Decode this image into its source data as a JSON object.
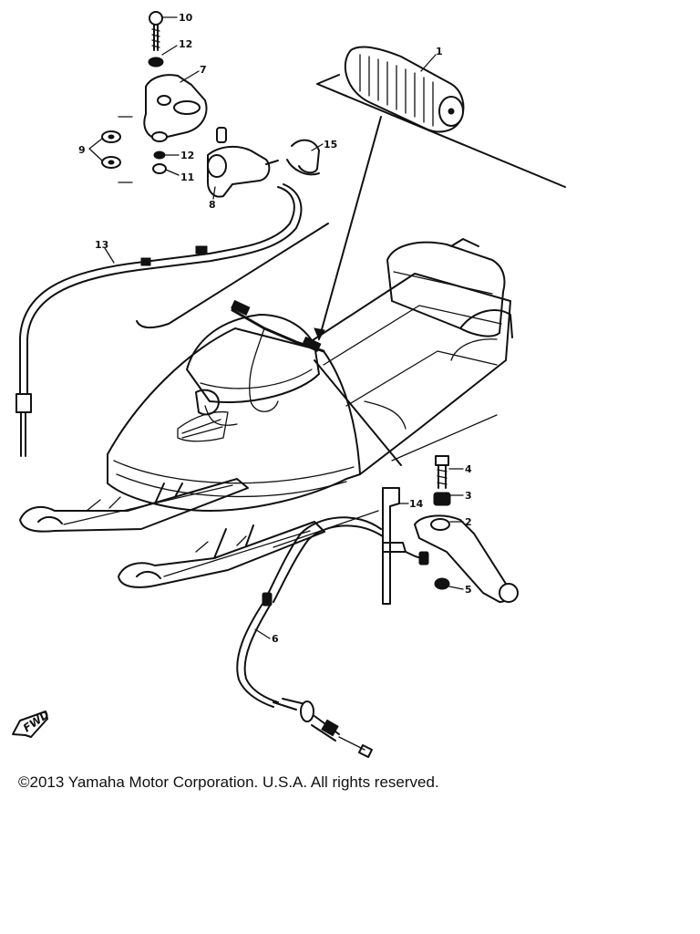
{
  "diagram": {
    "parts": [
      {
        "id": "1",
        "label": "1"
      },
      {
        "id": "2",
        "label": "2"
      },
      {
        "id": "3",
        "label": "3"
      },
      {
        "id": "4",
        "label": "4"
      },
      {
        "id": "5",
        "label": "5"
      },
      {
        "id": "6",
        "label": "6"
      },
      {
        "id": "7",
        "label": "7"
      },
      {
        "id": "8",
        "label": "8"
      },
      {
        "id": "9",
        "label": "9"
      },
      {
        "id": "10",
        "label": "10"
      },
      {
        "id": "11",
        "label": "11"
      },
      {
        "id": "12a",
        "label": "12"
      },
      {
        "id": "12b",
        "label": "12"
      },
      {
        "id": "13",
        "label": "13"
      },
      {
        "id": "14",
        "label": "14"
      },
      {
        "id": "15",
        "label": "15"
      }
    ],
    "direction_marker": "FWD"
  },
  "footer": {
    "copyright": "©2013 Yamaha Motor Corporation. U.S.A. All rights reserved."
  }
}
